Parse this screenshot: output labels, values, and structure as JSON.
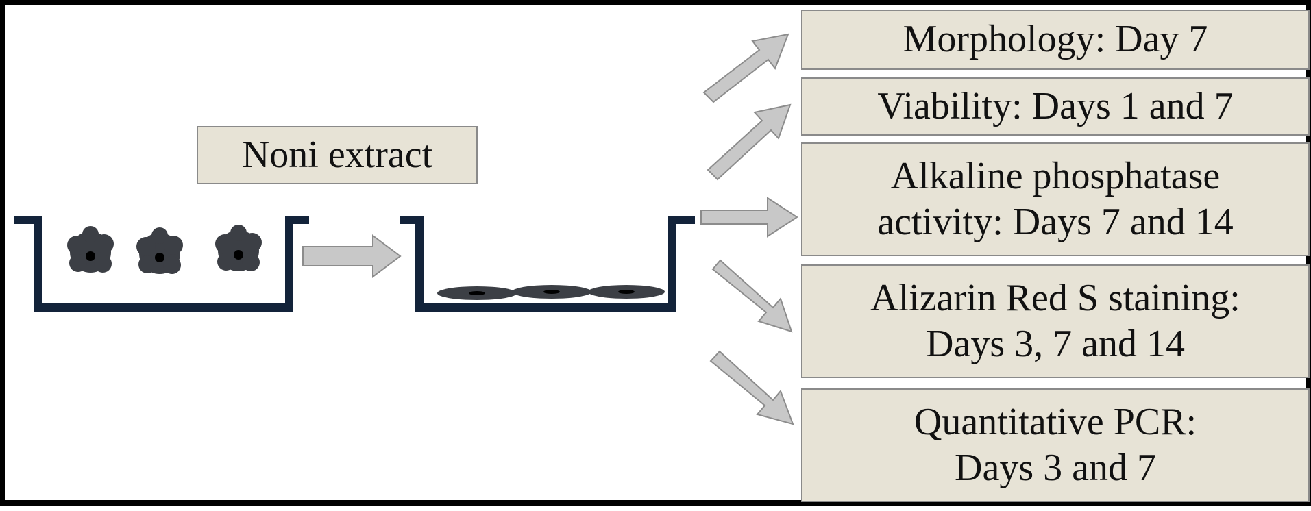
{
  "extract_label": "Noni extract",
  "assays": [
    {
      "lines": [
        "Morphology: Day 7"
      ]
    },
    {
      "lines": [
        "Viability: Days 1 and 7"
      ]
    },
    {
      "lines": [
        "Alkaline phosphatase",
        "activity: Days 7 and 14"
      ]
    },
    {
      "lines": [
        "Alizarin Red S staining:",
        "Days 3, 7 and 14"
      ]
    },
    {
      "lines": [
        "Quantitative PCR:",
        "Days 3 and 7"
      ]
    }
  ],
  "colors": {
    "box_fill": "#e7e3d6",
    "dish": "#13233a",
    "cell": "#3c3f45",
    "arrow_fill": "#c8c8c8",
    "arrow_stroke": "#8c8c8c"
  }
}
